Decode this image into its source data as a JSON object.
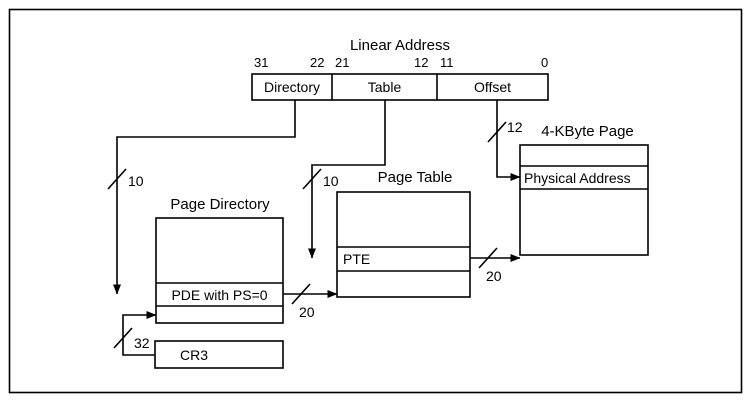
{
  "figure": {
    "title_linear_address": "Linear Address",
    "bit_labels": {
      "b31": "31",
      "b22": "22",
      "b21": "21",
      "b12": "12",
      "b11": "11",
      "b0": "0"
    },
    "linear_address_fields": [
      {
        "name": "directory-field",
        "label": "Directory"
      },
      {
        "name": "table-field",
        "label": "Table"
      },
      {
        "name": "offset-field",
        "label": "Offset"
      }
    ],
    "structures": [
      {
        "name": "page-directory",
        "title": "Page Directory",
        "entry_label": "PDE with PS=0"
      },
      {
        "name": "page-table",
        "title": "Page Table",
        "entry_label": "PTE"
      },
      {
        "name": "four-kbyte-page",
        "title": "4-KByte Page",
        "entry_label": "Physical Address"
      }
    ],
    "control_register": {
      "label": "CR3"
    },
    "bus_widths": {
      "directory_index": "10",
      "table_index": "10",
      "offset_width": "12",
      "pde_base": "20",
      "pte_base": "20",
      "cr3_base": "32"
    },
    "colors": {
      "stroke": "#000000",
      "fill": "#ffffff",
      "background": "#ffffff"
    }
  }
}
